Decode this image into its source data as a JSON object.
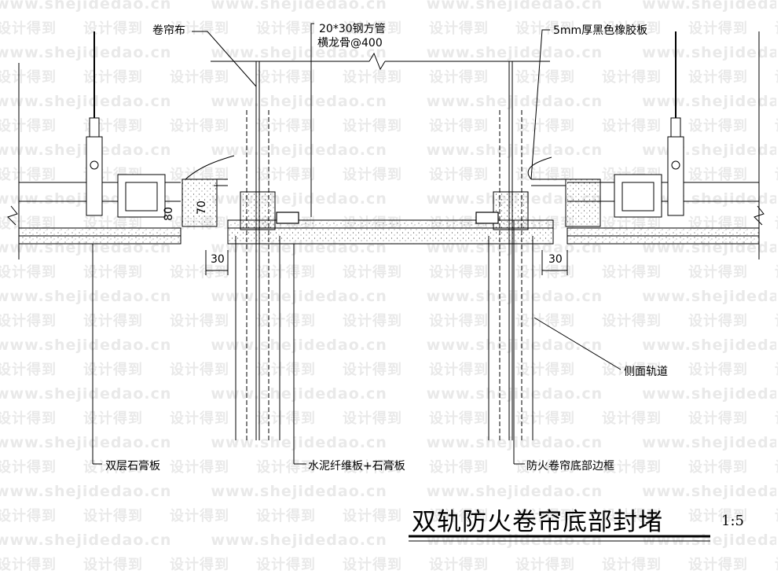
{
  "watermark": {
    "url_text": "www.shejidedao.cn",
    "cn_text": "设计得到"
  },
  "labels": {
    "curtain_cloth": "卷帘布",
    "steel_tube": "20*30钢方管",
    "keel": "横龙骨@400",
    "rubber_plate": "5mm厚黑色橡胶板",
    "side_rail": "侧面轨道",
    "double_gypsum": "双层石膏板",
    "cement_board": "水泥纤维板+石膏板",
    "bottom_frame": "防火卷帘底部边框"
  },
  "dimensions": {
    "left_30": "30",
    "right_30": "30",
    "h80": "80",
    "h70": "70"
  },
  "title": {
    "main": "双轨防火卷帘底部封堵",
    "scale": "1:5"
  }
}
